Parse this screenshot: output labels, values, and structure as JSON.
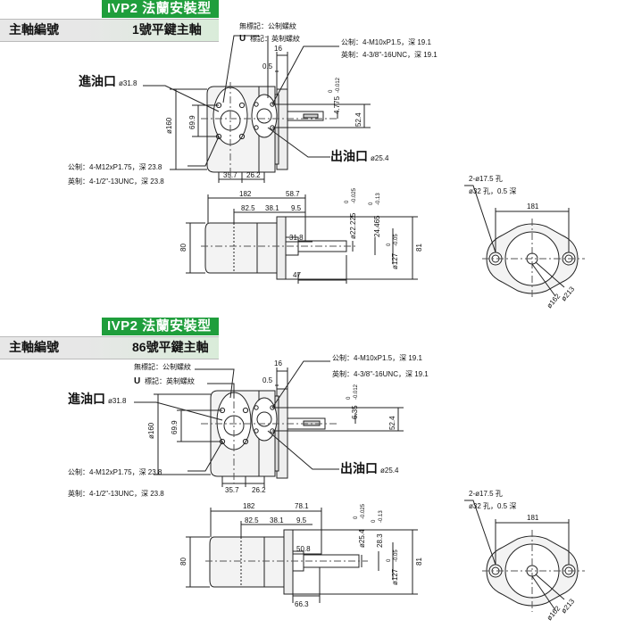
{
  "sections": [
    {
      "title": "IVP2 法蘭安裝型",
      "shaft_label": "主軸編號",
      "shaft_type": "1號平鍵主軸",
      "notes": {
        "unmarked": "無標記：公制螺紋",
        "u_mark_prefix": "U",
        "u_mark": "標記：英制螺紋",
        "outlet_thread_metric": "公制：4-M10xP1.5，深 19.1",
        "outlet_thread_imperial": "英制：4-3/8\"-16UNC，深 19.1",
        "inlet_thread_metric": "公制：4-M12xP1.75，深 23.8",
        "inlet_thread_imperial": "英制：4-1/2\"-13UNC，深 23.8",
        "inlet_label": "進油口",
        "inlet_size": "ø31.8",
        "outlet_label": "出油口",
        "outlet_size": "ø25.4"
      },
      "dims_top": {
        "d16": "16",
        "d0_5": "0.5",
        "d69_9": "69.9",
        "d160": "ø160",
        "d35_7": "35.7",
        "d26_2": "26.2",
        "d52_4": "52.4",
        "key": "4.775",
        "key_tol_hi": "0",
        "key_tol_lo": "-0.012"
      },
      "dims_side": {
        "d182": "182",
        "d58_7": "58.7",
        "d82_5": "82.5",
        "d38_1": "38.1",
        "d9_5": "9.5",
        "d31_8": "31.8",
        "d47": "47",
        "d80": "80",
        "d81": "81",
        "shaft": "ø22.225",
        "shaft_tol_hi": "0",
        "shaft_tol_lo": "-0.025",
        "key_h": "24.465",
        "key_h_tol_hi": "0",
        "key_h_tol_lo": "-0.13",
        "pilot": "ø127",
        "pilot_tol_hi": "0",
        "pilot_tol_lo": "-0.05"
      },
      "dims_end": {
        "holes": "2-ø17.5 孔",
        "spot": "ø32 孔，0.5 深",
        "d181": "181",
        "d213": "ø213",
        "d162": "ø162"
      }
    },
    {
      "title": "IVP2 法蘭安裝型",
      "shaft_label": "主軸編號",
      "shaft_type": "86號平鍵主軸",
      "notes": {
        "unmarked": "無標記：公制螺紋",
        "u_mark_prefix": "U",
        "u_mark": "標記：英制螺紋",
        "outlet_thread_metric": "公制：4-M10xP1.5，深 19.1",
        "outlet_thread_imperial": "英制：4-3/8\"-16UNC，深 19.1",
        "inlet_thread_metric": "公制：4-M12xP1.75，深 23.8",
        "inlet_thread_imperial": "英制：4-1/2\"-13UNC，深 23.8",
        "inlet_label": "進油口",
        "inlet_size": "ø31.8",
        "outlet_label": "出油口",
        "outlet_size": "ø25.4"
      },
      "dims_top": {
        "d16": "16",
        "d0_5": "0.5",
        "d69_9": "69.9",
        "d160": "ø160",
        "d35_7": "35.7",
        "d26_2": "26.2",
        "d52_4": "52.4",
        "key": "6.35",
        "key_tol_hi": "0",
        "key_tol_lo": "-0.012"
      },
      "dims_side": {
        "d182": "182",
        "d58_7": "78.1",
        "d82_5": "82.5",
        "d38_1": "38.1",
        "d9_5": "9.5",
        "d31_8": "50.8",
        "d47": "66.3",
        "d80": "80",
        "d81": "81",
        "shaft": "ø25.4",
        "shaft_tol_hi": "0",
        "shaft_tol_lo": "-0.025",
        "key_h": "28.3",
        "key_h_tol_hi": "0",
        "key_h_tol_lo": "-0.13",
        "pilot": "ø127",
        "pilot_tol_hi": "0",
        "pilot_tol_lo": "-0.05"
      },
      "dims_end": {
        "holes": "2-ø17.5 孔",
        "spot": "ø32 孔，0.5 深",
        "d181": "181",
        "d213": "ø213",
        "d162": "ø162"
      }
    }
  ]
}
